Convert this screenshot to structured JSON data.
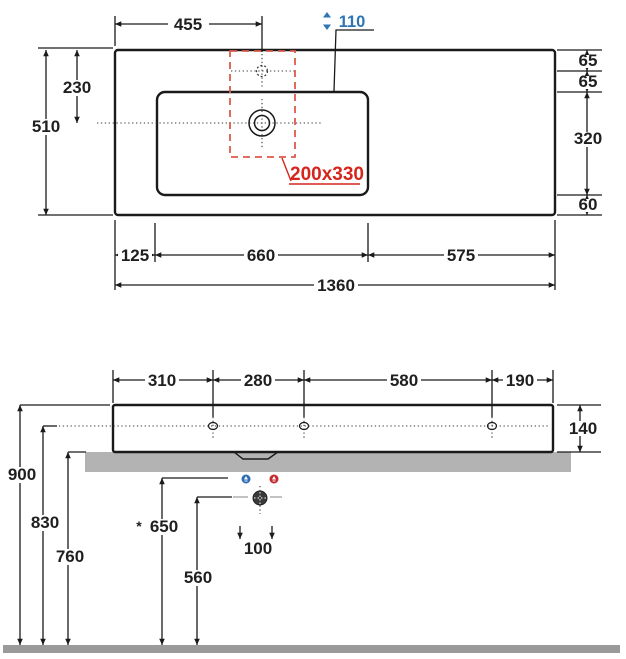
{
  "colors": {
    "ink": "#1a1a1a",
    "dim_text": "#1f1f1f",
    "red": "#d6251d",
    "red_dash": "#dd5a4a",
    "blue": "#2e75b6",
    "cold_icon": "#2e6db4",
    "hot_icon": "#c42a2d",
    "waste": "#3a3a3a",
    "wall_band": "#b3b3b3",
    "floor": "#9a9a9a"
  },
  "top_view": {
    "dims": {
      "faucet_offset": "455",
      "basin_depth": "110",
      "drain_from_front": "230",
      "total_depth": "510",
      "edge_to_faucet": "65",
      "faucet_to_basin": "65",
      "basin_side": "320",
      "basin_to_edge": "60",
      "left_margin": "125",
      "basin_width": "660",
      "right_section": "575",
      "total_width": "1360"
    },
    "install_zone": "200x330"
  },
  "front_view": {
    "dims": {
      "seg1": "310",
      "seg2": "280",
      "seg3": "580",
      "seg4": "190",
      "panel_height": "140",
      "top_height": "900",
      "holes_height": "830",
      "underside_height": "760",
      "supply_note": "*",
      "supply_height": "650",
      "drain_width": "100",
      "drain_height": "560"
    }
  }
}
